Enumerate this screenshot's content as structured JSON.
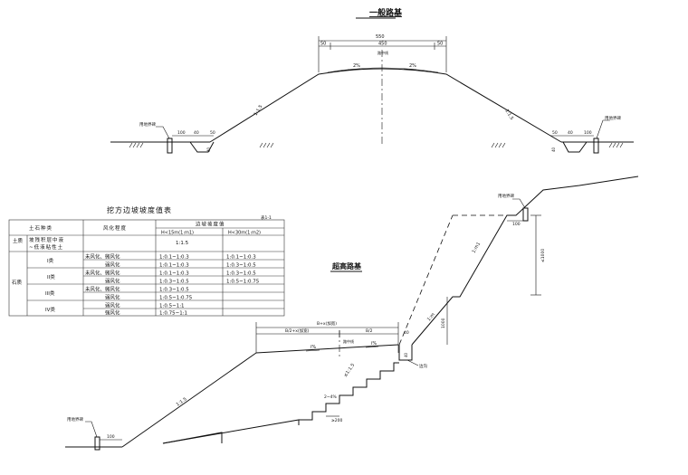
{
  "top_section": {
    "title": "一般路基",
    "dims": {
      "total": "550",
      "middle": "450",
      "side_left": "50",
      "side_right": "50"
    },
    "center_label": "路中线",
    "slope_left": "1:1.5",
    "slope_right": "1:1.5",
    "crossfall_left": "2%",
    "crossfall_right": "2%",
    "boundary_left": "用地界碑",
    "boundary_right": "用地界碑",
    "ditch_dims": {
      "a": "100",
      "b": "40",
      "c": "50",
      "d": "40"
    }
  },
  "table": {
    "title": "挖方边坡坡度值表",
    "note": "表1-1",
    "headers": {
      "rock_type": "土石种类",
      "weathering": "风化程度",
      "slope_value": "边坡坡度值",
      "h15": "H<15m(1:m1)",
      "h30": "H<30m(1:m2)"
    },
    "soil": {
      "group": "土质",
      "desc_line1": "坡残积层中液",
      "desc_line2": "~低液粘性土",
      "value": "1:1.5"
    },
    "rock_group": "石质",
    "rows": [
      {
        "class": "I类",
        "weathering": "未风化、微风化",
        "h15": "1:0.1~1:0.3",
        "h30": "1:0.1~1:0.3"
      },
      {
        "class": "",
        "weathering": "弱风化",
        "h15": "1:0.1~1:0.3",
        "h30": "1:0.3~1:0.5"
      },
      {
        "class": "II类",
        "weathering": "未风化、微风化",
        "h15": "1:0.1~1:0.3",
        "h30": "1:0.3~1:0.5"
      },
      {
        "class": "",
        "weathering": "弱风化",
        "h15": "1:0.3~1:0.5",
        "h30": "1:0.5~1:0.75"
      },
      {
        "class": "III类",
        "weathering": "未风化、微风化",
        "h15": "1:0.3~1:0.5",
        "h30": ""
      },
      {
        "class": "",
        "weathering": "弱风化",
        "h15": "1:0.5~1:0.75",
        "h30": ""
      },
      {
        "class": "IV类",
        "weathering": "弱风化",
        "h15": "1:0.5~1:1",
        "h30": ""
      },
      {
        "class": "",
        "weathering": "强风化",
        "h15": "1:0.75~1:1",
        "h30": ""
      }
    ]
  },
  "bottom_section": {
    "title": "超高路基",
    "dims": {
      "total": "B+x(加宽)",
      "left": "B/2+x(加宽)",
      "right": "B/2",
      "shoulder": "40"
    },
    "center_label": "路中线",
    "crossfall_left": "i%",
    "crossfall_right": "i%",
    "fill_slope": "1:1.5",
    "cut_slope_upper": "1:m1",
    "cut_slope_lower": "1:m",
    "bench_slope": "≤1:1.5",
    "bench_dim": "2~4%",
    "bench_width": "≥200",
    "height_big": "≤1000",
    "height_small": "1000",
    "ditch": "边沟",
    "ditch_dim": "40",
    "boundary_left": "用地界碑",
    "boundary_right": "用地界碑",
    "dim_100_left": "100",
    "dim_100_right": "100"
  }
}
